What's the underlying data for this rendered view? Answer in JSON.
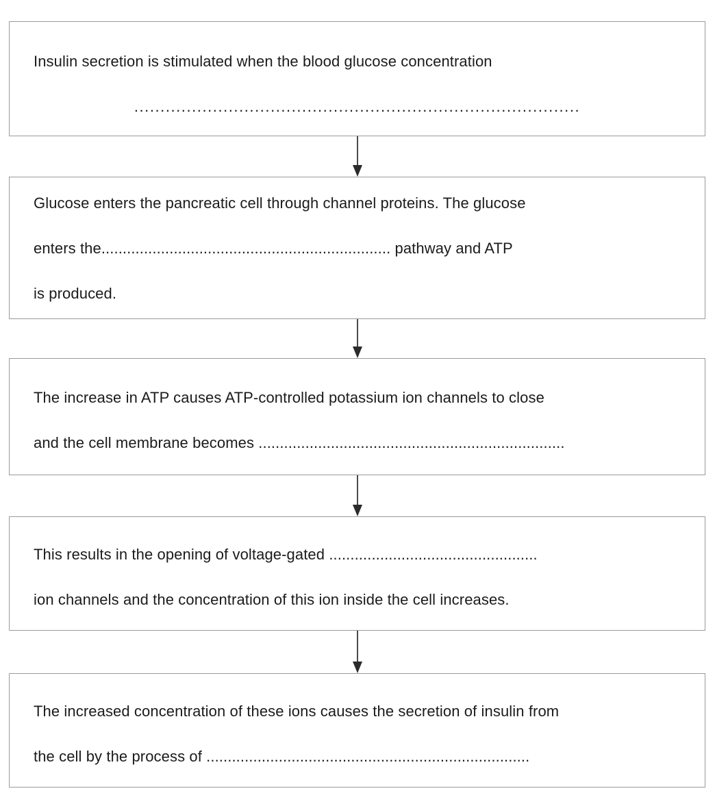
{
  "document": {
    "title": "Insulin secretion flowchart (fill in the blanks)",
    "box_border_color": "#9a9a9a",
    "text_color": "#1b1b1b",
    "arrow_color": "#2b2b2b",
    "background_color": "#ffffff"
  },
  "boxes": [
    {
      "id": "box-1",
      "lines": [
        {
          "text": "Insulin secretion is stimulated when the blood glucose concentration"
        },
        {
          "text": "....................................................................................."
        }
      ]
    },
    {
      "id": "box-2",
      "lines": [
        {
          "text": "Glucose enters the pancreatic cell through channel proteins. The glucose"
        },
        {
          "text": "enters the.................................................................... pathway and ATP"
        },
        {
          "text": "is produced."
        }
      ]
    },
    {
      "id": "box-3",
      "lines": [
        {
          "text": "The increase in ATP causes ATP-controlled potassium ion channels to close"
        },
        {
          "text": "and the cell membrane becomes  ........................................................................"
        }
      ]
    },
    {
      "id": "box-4",
      "lines": [
        {
          "text": "This results in the opening of voltage-gated ................................................."
        },
        {
          "text": "ion channels and the concentration of this ion inside the cell increases."
        }
      ]
    },
    {
      "id": "box-5",
      "lines": [
        {
          "text": "The increased concentration of these ions causes the secretion of insulin from"
        },
        {
          "text": "the cell by the process of ............................................................................"
        }
      ]
    }
  ],
  "arrows": [
    {
      "id": "arrow-1",
      "from": "box-1",
      "to": "box-2",
      "direction": "down"
    },
    {
      "id": "arrow-2",
      "from": "box-2",
      "to": "box-3",
      "direction": "down"
    },
    {
      "id": "arrow-3",
      "from": "box-3",
      "to": "box-4",
      "direction": "down"
    },
    {
      "id": "arrow-4",
      "from": "box-4",
      "to": "box-5",
      "direction": "down"
    }
  ]
}
